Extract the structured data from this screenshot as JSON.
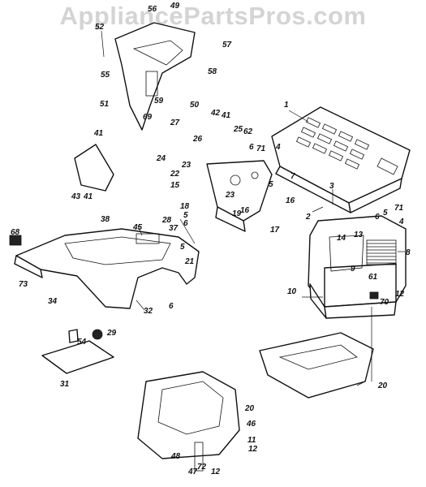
{
  "watermark": "AppliancePartsPros.com",
  "callouts": {
    "c1": "1",
    "c2": "2",
    "c3": "3",
    "c4a": "4",
    "c4b": "4",
    "c5a": "5",
    "c5b": "5",
    "c5c": "5",
    "c5d": "5",
    "c6a": "6",
    "c6b": "6",
    "c6c": "6",
    "c6d": "6",
    "c7": "7",
    "c8": "8",
    "c9": "9",
    "c10": "10",
    "c11": "11",
    "c12a": "12",
    "c12b": "12",
    "c12c": "12",
    "c13": "13",
    "c14": "14",
    "c15": "15",
    "c16a": "16",
    "c16b": "16",
    "c17": "17",
    "c18": "18",
    "c19": "19",
    "c20a": "20",
    "c20b": "20",
    "c21": "21",
    "c22": "22",
    "c23a": "23",
    "c23b": "23",
    "c24": "24",
    "c25": "25",
    "c26": "26",
    "c27": "27",
    "c28": "28",
    "c29": "29",
    "c31": "31",
    "c32": "32",
    "c34": "34",
    "c37": "37",
    "c38": "38",
    "c41a": "41",
    "c41b": "41",
    "c41c": "41",
    "c42": "42",
    "c43": "43",
    "c45": "45",
    "c46": "46",
    "c47": "47",
    "c48": "48",
    "c49": "49",
    "c50": "50",
    "c51": "51",
    "c52": "52",
    "c54": "54",
    "c55": "55",
    "c56": "56",
    "c57": "57",
    "c58": "58",
    "c59": "59",
    "c61": "61",
    "c62": "62",
    "c68": "68",
    "c69": "69",
    "c70": "70",
    "c71a": "71",
    "c71b": "71",
    "c72": "72",
    "c73": "73"
  }
}
